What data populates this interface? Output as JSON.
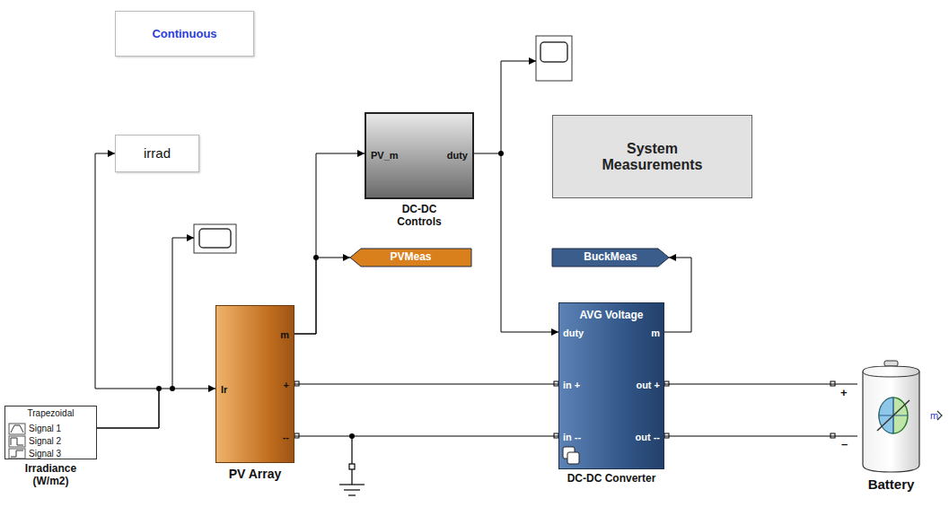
{
  "diagram": {
    "nodes": [
      {
        "text": [
          "Continuous"
        ]
      },
      {
        "text": [
          "irrad"
        ]
      },
      {
        "text": [
          "PV_m",
          "duty",
          "DC-DC Controls"
        ]
      },
      {
        "text": [
          "System Measurements"
        ]
      },
      {
        "text": [
          "PVMeas"
        ]
      },
      {
        "text": [
          "BuckMeas"
        ]
      },
      {
        "text": [
          "Ir",
          "m",
          "+",
          "--",
          "PV Array"
        ]
      },
      {
        "text": [
          "AVG Voltage",
          "duty",
          "m",
          "in +",
          "out +",
          "in --",
          "out --",
          "DC-DC Converter"
        ]
      },
      {
        "text": [
          "Trapezoidal",
          "Signal 1",
          "Signal 2",
          "Signal 3",
          "Irradiance (W/m2)"
        ]
      },
      {
        "text": [
          "m",
          "Battery"
        ]
      }
    ],
    "edges": [
      {
        "from": 8,
        "to": 1,
        "arrow": "to"
      },
      {
        "from": 8,
        "to": 6,
        "arrow": "to"
      },
      {
        "from": 6,
        "to": 2,
        "arrow": "to"
      },
      {
        "from": 6,
        "to": 4,
        "arrow": "to"
      },
      {
        "from": 2,
        "to": 7,
        "arrow": "to"
      },
      {
        "from": 7,
        "to": 5,
        "arrow": "to"
      },
      {
        "from": 6,
        "to": 7,
        "arrow": "none"
      },
      {
        "from": 6,
        "to": 7,
        "arrow": "none"
      },
      {
        "from": 7,
        "to": 9,
        "arrow": "none"
      },
      {
        "from": 7,
        "to": 9,
        "arrow": "none"
      }
    ],
    "labels": [
      "+",
      "–"
    ]
  }
}
